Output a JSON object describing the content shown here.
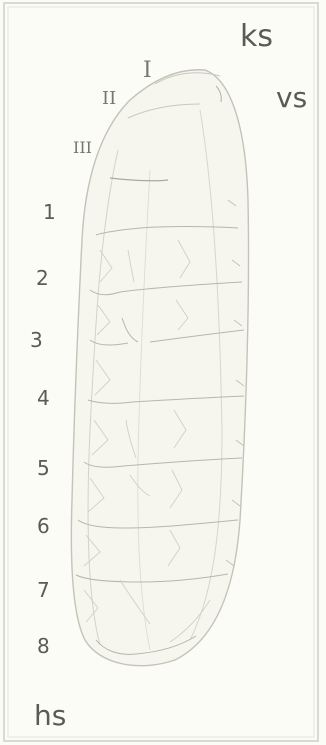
{
  "orientation": {
    "anterior_dorsal": "ks",
    "ventral": "vs",
    "posterior": "hs"
  },
  "thoracic_segments": [
    "I",
    "II",
    "III"
  ],
  "abdominal_segments": [
    "1",
    "2",
    "3",
    "4",
    "5",
    "6",
    "7",
    "8"
  ],
  "colors": {
    "background": "#fcfcf7",
    "frame": "#c9c9bf",
    "outline": "#bdbdb2",
    "label": "#5a5a56"
  }
}
